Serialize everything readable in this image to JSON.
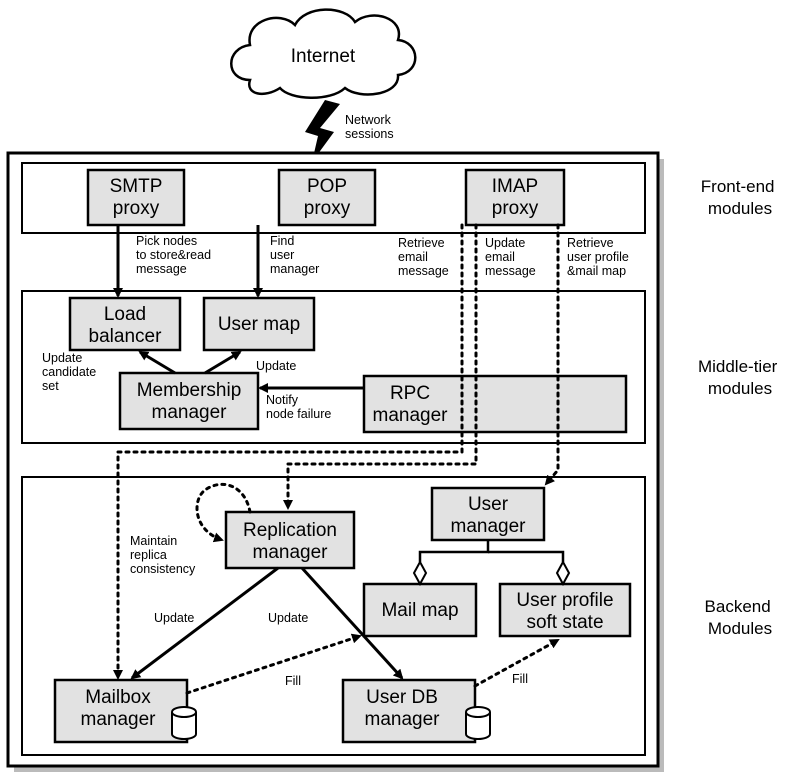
{
  "internet": "Internet",
  "network_sessions": [
    "Network",
    "sessions"
  ],
  "frontend": {
    "side_label": [
      "Front-end",
      "modules"
    ],
    "smtp": [
      "SMTP",
      "proxy"
    ],
    "pop": [
      "POP",
      "proxy"
    ],
    "imap": [
      "IMAP",
      "proxy"
    ]
  },
  "middle": {
    "side_label": [
      "Middle-tier",
      "modules"
    ],
    "load_balancer": [
      "Load",
      "balancer"
    ],
    "user_map": [
      "User map"
    ],
    "membership": [
      "Membership",
      "manager"
    ],
    "rpc": [
      "RPC",
      "manager"
    ]
  },
  "backend": {
    "side_label": [
      "Backend",
      "Modules"
    ],
    "replication": [
      "Replication",
      "manager"
    ],
    "user_manager": [
      "User",
      "manager"
    ],
    "mail_map": [
      "Mail map"
    ],
    "user_profile": [
      "User profile",
      "soft state"
    ],
    "mailbox": [
      "Mailbox",
      "manager"
    ],
    "userdb": [
      "User DB",
      "manager"
    ]
  },
  "edge_labels": {
    "pick_nodes": [
      "Pick nodes",
      "to store&read",
      "message"
    ],
    "find_user_manager": [
      "Find",
      "user",
      "manager"
    ],
    "retrieve_email": [
      "Retrieve",
      "email",
      "message"
    ],
    "update_email": [
      "Update",
      "email",
      "message"
    ],
    "retrieve_profile": [
      "Retrieve",
      "user profile",
      "&mail map"
    ],
    "update_candidate": [
      "Update",
      "candidate",
      "set"
    ],
    "update_um": "Update",
    "notify": [
      "Notify",
      "node failure"
    ],
    "maintain": [
      "Maintain",
      "replica",
      "consistency"
    ],
    "update_left": "Update",
    "update_right": "Update",
    "fill_left": "Fill",
    "fill_right": "Fill"
  }
}
